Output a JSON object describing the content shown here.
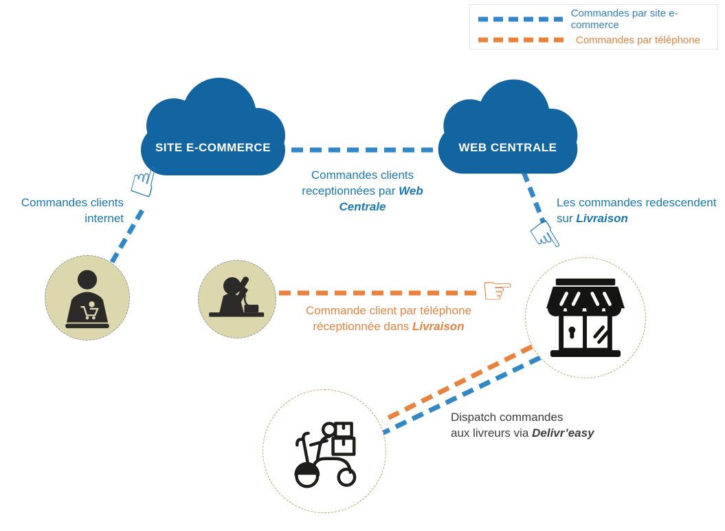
{
  "colors": {
    "cloud_blue": "#1265a0",
    "dash_blue": "#3088c8",
    "dash_orange": "#e8823c",
    "text_blue": "#1778b5",
    "text_orange": "#e8823c",
    "text_dark": "#3c3c3b",
    "circle_tan": "#ddd7ae"
  },
  "legend": {
    "items": [
      {
        "label": "Commandes par site e-commerce"
      },
      {
        "label": "Commandes par téléphone"
      }
    ]
  },
  "nodes": {
    "site_ecommerce": {
      "label": "SITE E-COMMERCE"
    },
    "web_centrale": {
      "label": "WEB CENTRALE"
    }
  },
  "annotations": {
    "internet_orders": {
      "line1": "Commandes clients",
      "line2": "internet"
    },
    "cloud_flow": {
      "line1": "Commandes clients",
      "line2_prefix": "receptionnées par ",
      "line2_em": "Web Centrale"
    },
    "redescend": {
      "line1": "Les commandes redescendent",
      "line2_prefix": "sur ",
      "line2_em": "Livraison"
    },
    "phone_order": {
      "line1": "Commande client par téléphone",
      "line2_prefix": "réceptionnée dans ",
      "line2_em": "Livraison"
    },
    "dispatch": {
      "line1": "Dispatch commandes",
      "line2_prefix": "aux livreurs via ",
      "line2_em": "Delivr’easy"
    }
  },
  "hands": {
    "up": "☝",
    "right": "☞",
    "down": "☟"
  }
}
